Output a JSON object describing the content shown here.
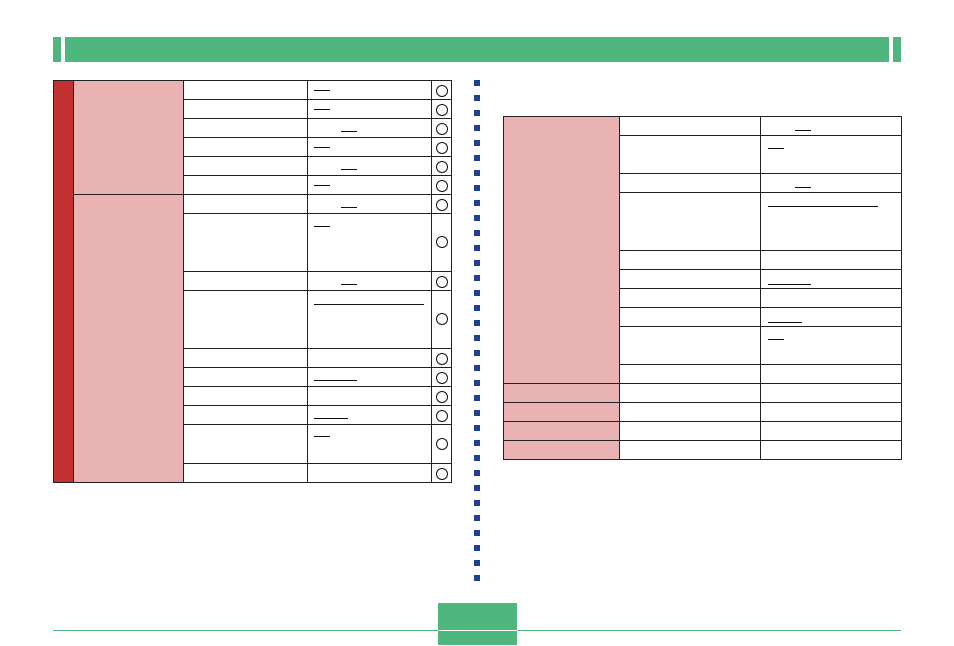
{
  "header": {
    "color": "#4fb67e",
    "title": ""
  },
  "left_table": {
    "group_color": "#e9b3b3",
    "bar_color": "#c33232",
    "rows": 15
  },
  "right_table": {
    "rows": 14
  },
  "divider": {
    "dot_color": "#1f3f92",
    "dot_count": 34
  },
  "footer": {
    "page_number": ""
  }
}
